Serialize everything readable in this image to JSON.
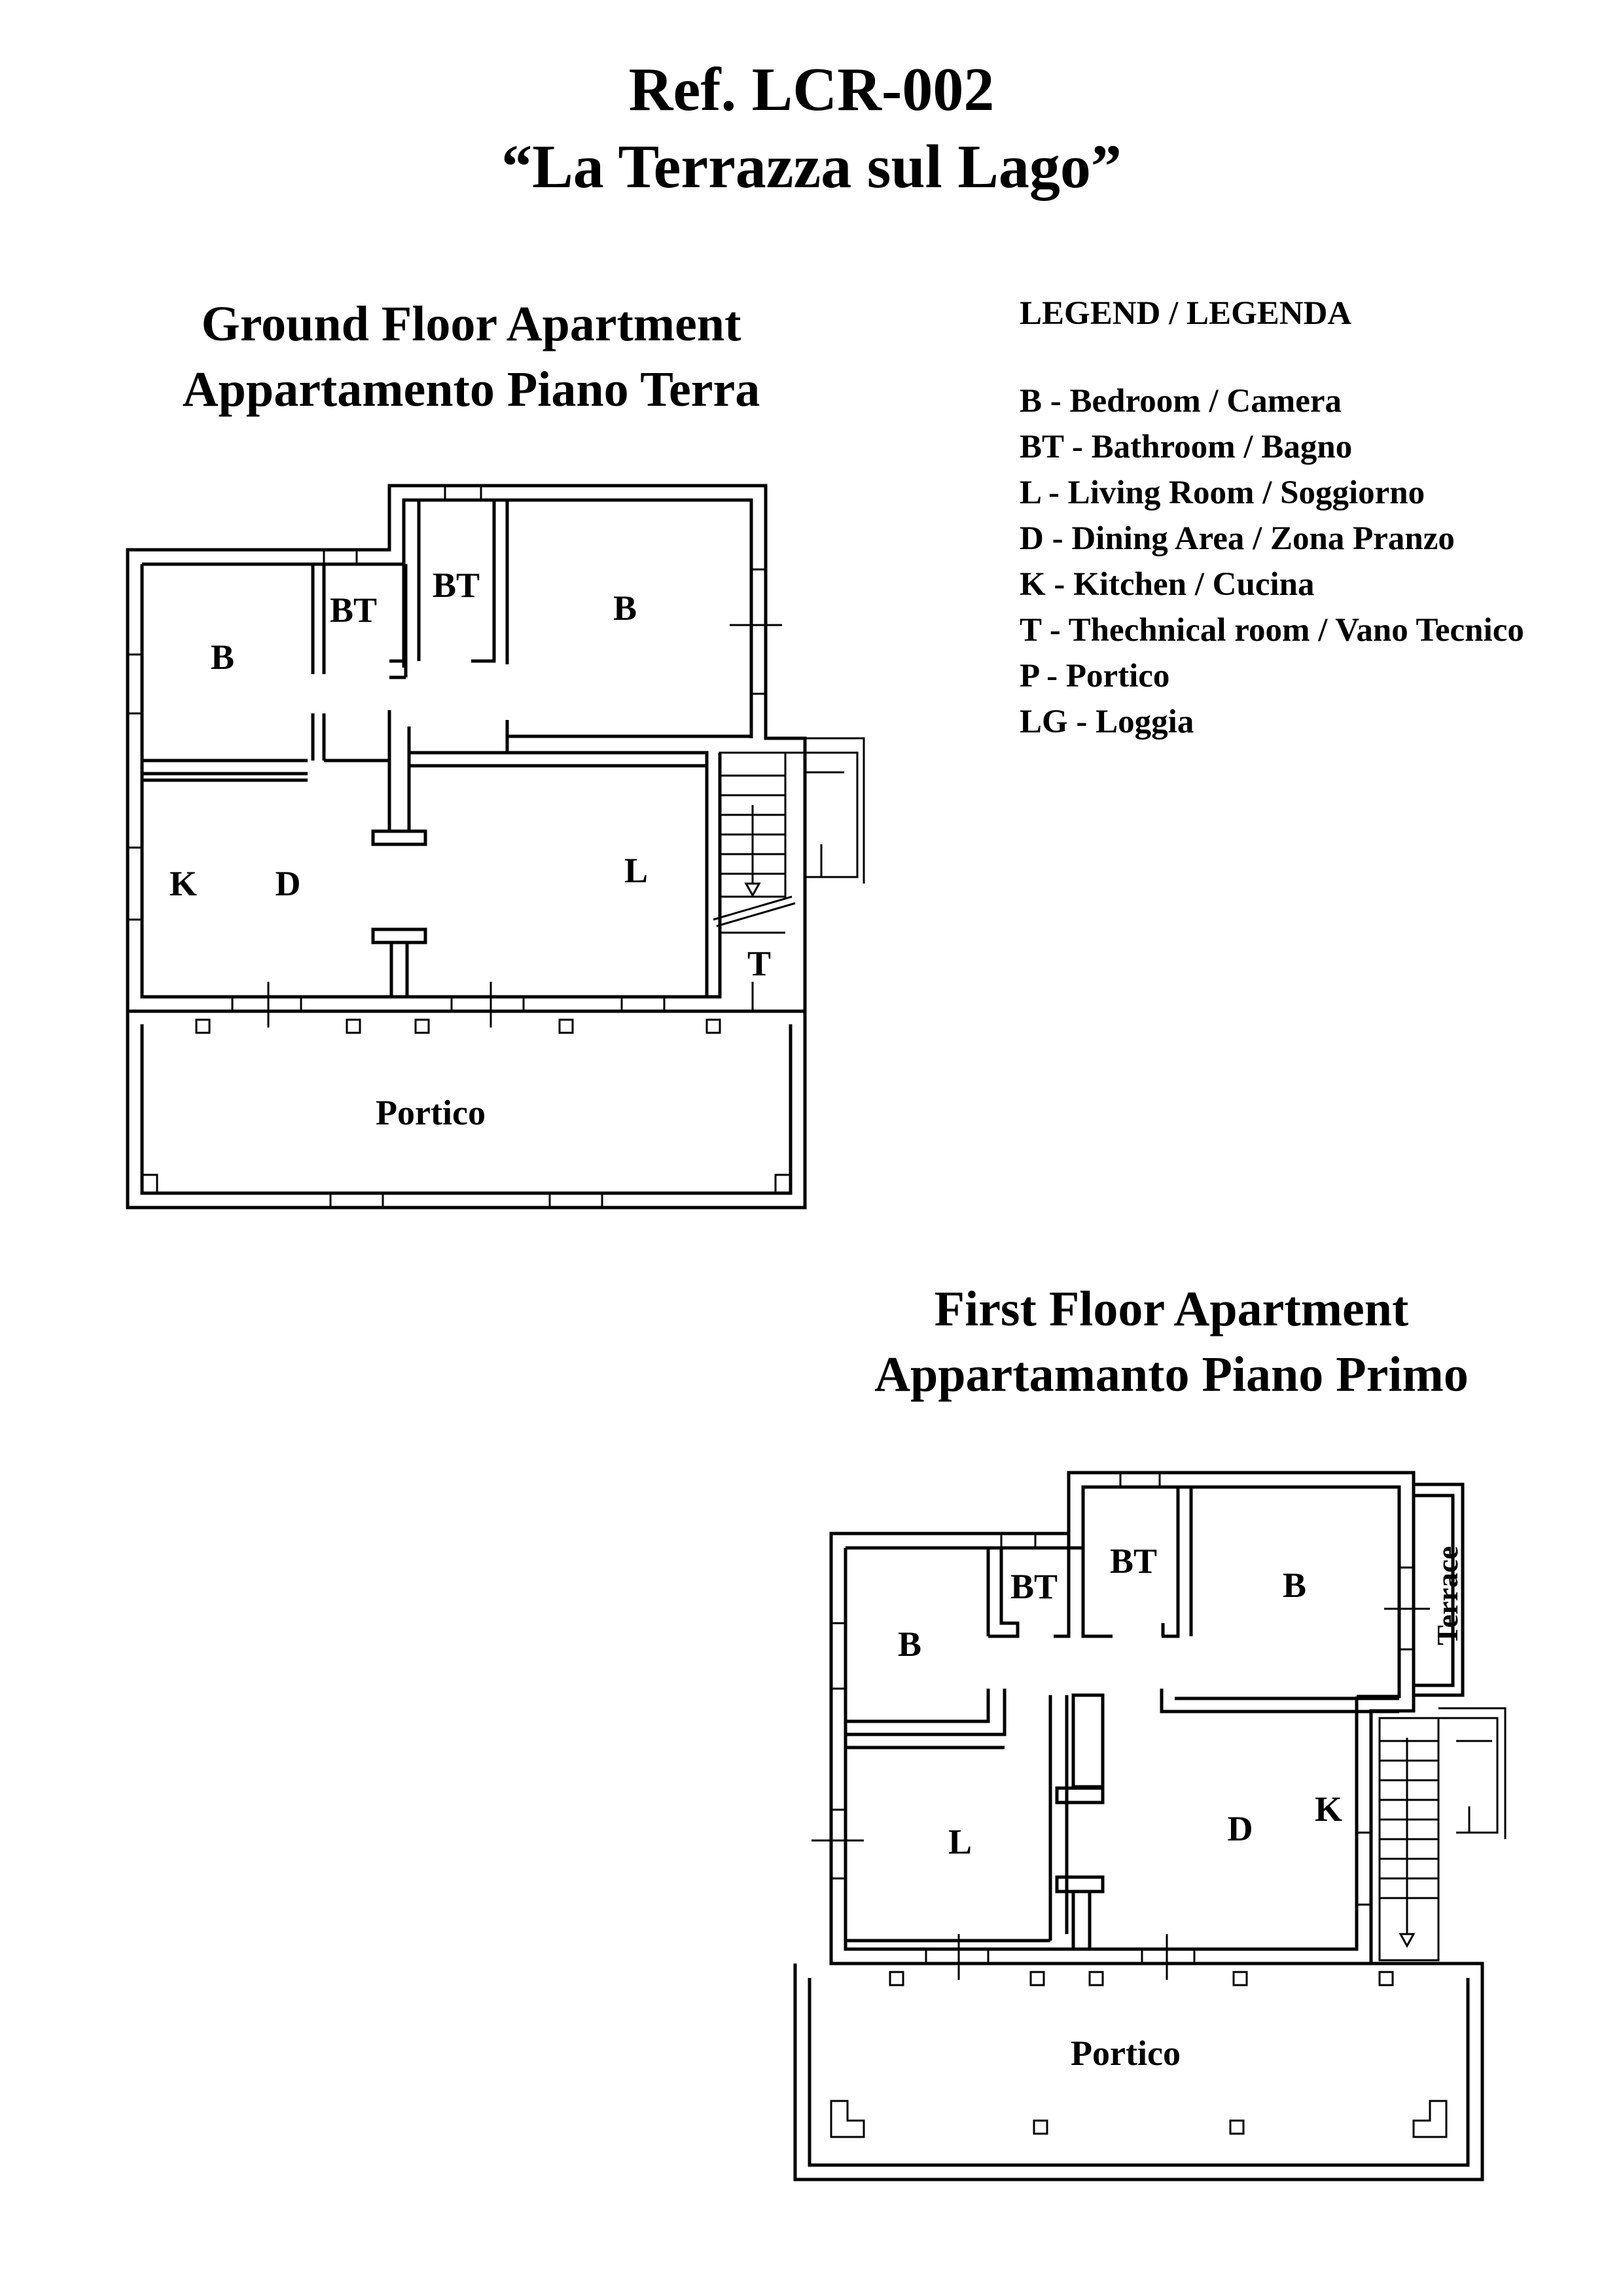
{
  "header": {
    "ref": "Ref. LCR-002",
    "name": "“La Terrazza sul Lago”"
  },
  "ground_floor": {
    "title_en": "Ground Floor Apartment",
    "title_it": "Appartamento Piano Terra",
    "labels": {
      "b1": "B",
      "bt1": "BT",
      "bt2": "BT",
      "b2": "B",
      "k": "K",
      "d": "D",
      "l": "L",
      "t": "T",
      "portico": "Portico"
    }
  },
  "first_floor": {
    "title_en": "First Floor Apartment",
    "title_it": "Appartamanto Piano Primo",
    "labels": {
      "b1": "B",
      "bt1": "BT",
      "bt2": "BT",
      "b2": "B",
      "terrace": "Terrace",
      "l": "L",
      "d": "D",
      "k": "K",
      "portico": "Portico"
    }
  },
  "legend": {
    "title": "LEGEND / LEGENDA",
    "items": [
      "B - Bedroom / Camera",
      "BT - Bathroom / Bagno",
      "L - Living Room / Soggiorno",
      "D - Dining Area / Zona Pranzo",
      "K - Kitchen / Cucina",
      "T - Thechnical room / Vano Tecnico",
      "P - Portico",
      "LG -  Loggia"
    ]
  }
}
